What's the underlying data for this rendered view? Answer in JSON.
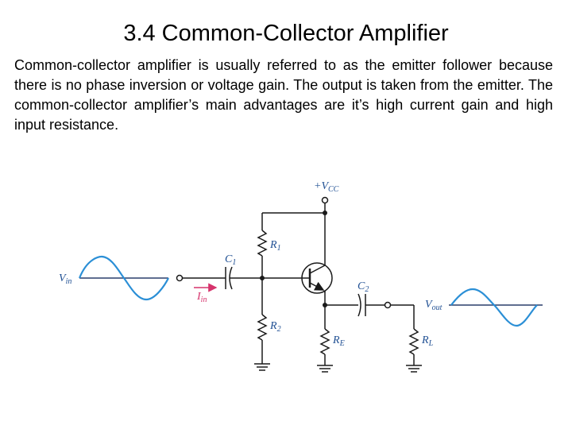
{
  "title": "3.4 Common-Collector Amplifier",
  "paragraph": "Common-collector amplifier is usually referred to as the emitter follower because there is no phase inversion or voltage gain. The output is taken from the emitter. The common-collector amplifier’s main advantages are it’s high current gain and high input resistance.",
  "circuit": {
    "vcc": {
      "main": "+V",
      "sub": "CC"
    },
    "r1": {
      "main": "R",
      "sub": "1"
    },
    "r2": {
      "main": "R",
      "sub": "2"
    },
    "re": {
      "main": "R",
      "sub": "E"
    },
    "rl": {
      "main": "R",
      "sub": "L"
    },
    "c1": {
      "main": "C",
      "sub": "1"
    },
    "c2": {
      "main": "C",
      "sub": "2"
    },
    "vin": {
      "main": "V",
      "sub": "in"
    },
    "iin": {
      "main": "I",
      "sub": "in"
    },
    "vout": {
      "main": "V",
      "sub": "out"
    }
  },
  "colors": {
    "wave": "#2b8fd6",
    "label": "#1f4f93",
    "current": "#d6336c"
  }
}
